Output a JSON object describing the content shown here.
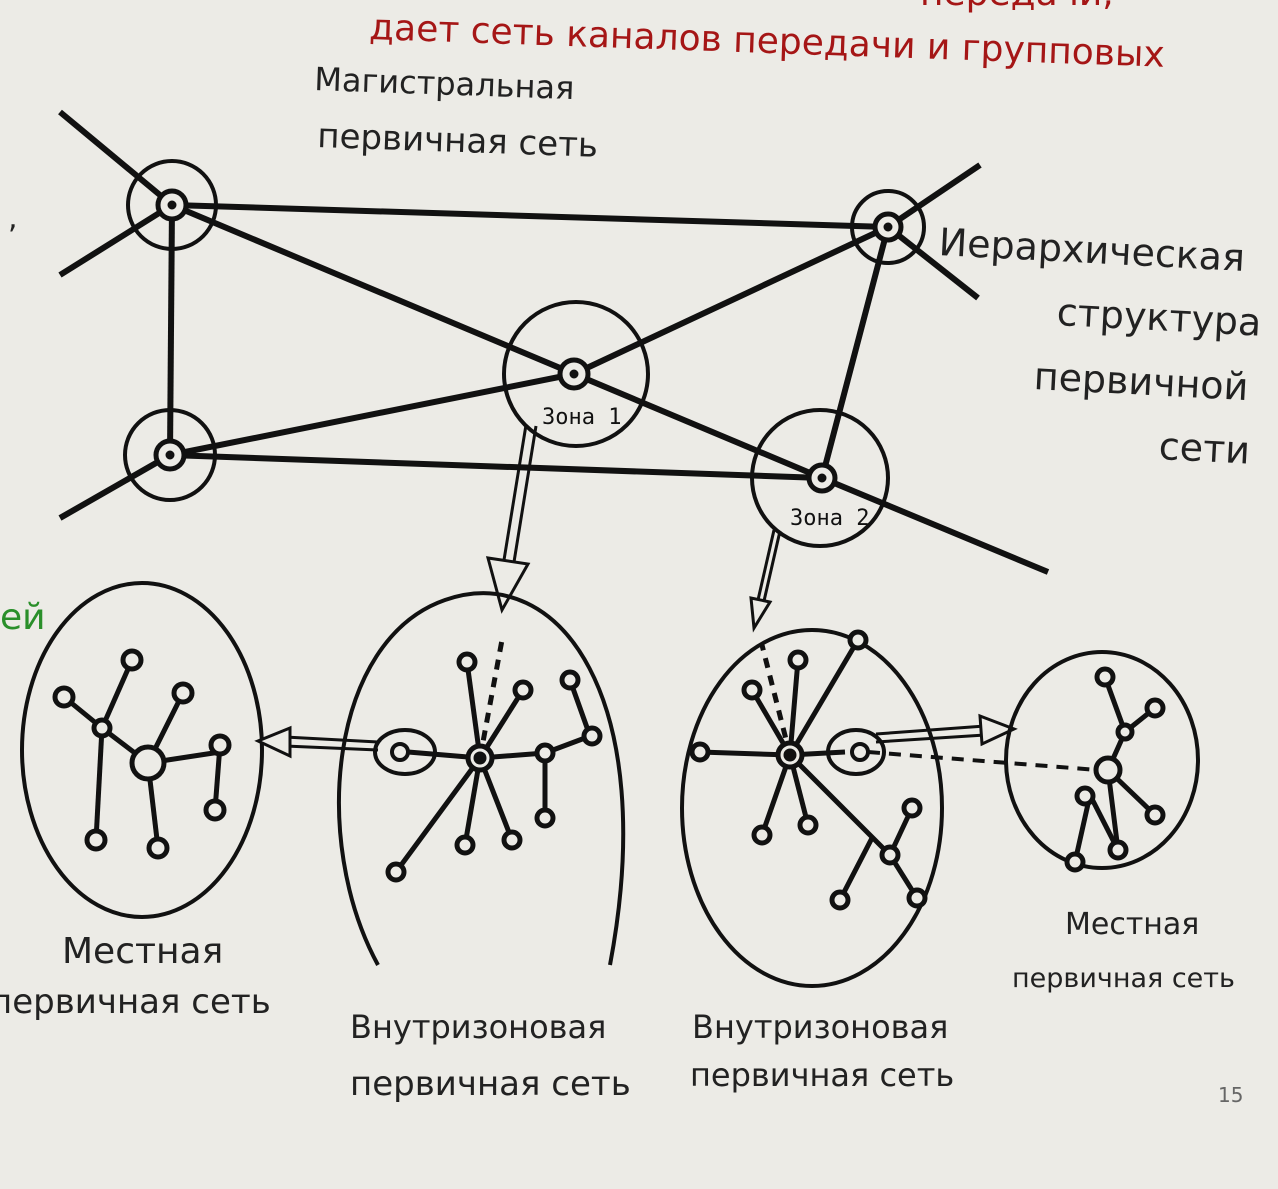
{
  "header": {
    "line1": "передачи,",
    "line2": "дает сеть каналов передачи и групповых"
  },
  "side": {
    "left_green": "ей",
    "left_comma": ","
  },
  "labels": {
    "trunk": [
      "Магистральная",
      "первичная сеть"
    ],
    "hierarchy": [
      "Иерархическая",
      "структура",
      "первичной",
      "сети"
    ],
    "zone1": "Зона 1",
    "zone2": "Зона 2",
    "local_left": [
      "Местная",
      "первичная сеть"
    ],
    "intrazone_left": [
      "Внутризоновая",
      "первичная сеть"
    ],
    "intrazone_right": [
      "Внутризоновая",
      "первичная сеть"
    ],
    "local_right": [
      "Местная",
      "первичная сеть"
    ]
  },
  "page_number": "15",
  "colors": {
    "background": "#ecebe6",
    "header_red": "#a51616",
    "side_green": "#2a8f2a",
    "ink": "#111111"
  }
}
